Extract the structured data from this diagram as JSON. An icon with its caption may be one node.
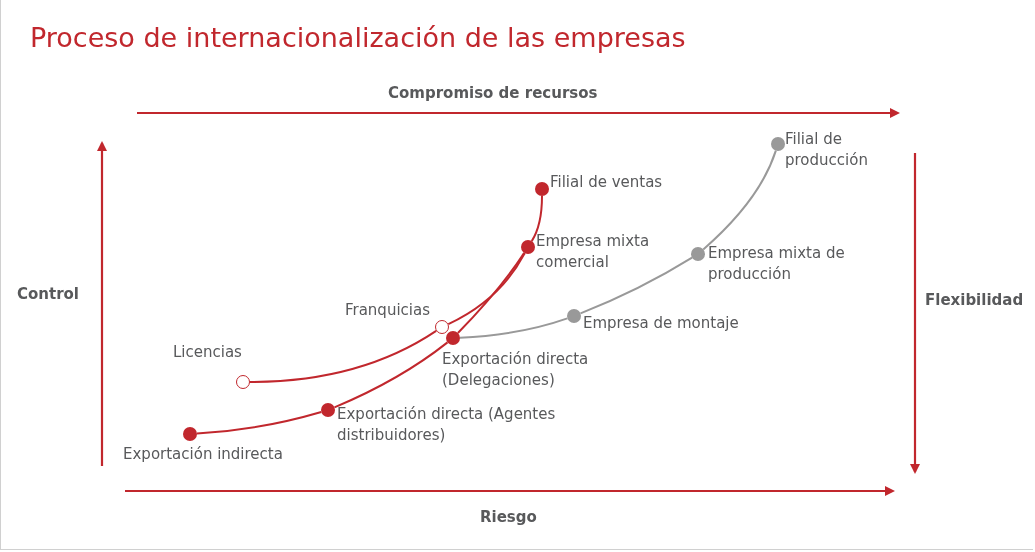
{
  "diagram": {
    "title": "Proceso de internacionalización de las empresas",
    "nodes": [
      {
        "text": [],
        "shape": "circle",
        "beside": [
          "Filial de producción"
        ]
      },
      {
        "text": [],
        "shape": "circle",
        "beside": [
          "Filial de ventas"
        ]
      },
      {
        "text": [],
        "shape": "circle",
        "beside": [
          "Empresa mixta comercial"
        ]
      },
      {
        "text": [],
        "shape": "circle",
        "beside": [
          "Empresa mixta de producción"
        ]
      },
      {
        "text": [],
        "shape": "circle",
        "beside": [
          "Empresa de montaje"
        ]
      },
      {
        "text": [],
        "shape": "ring",
        "beside": [
          "Franquicias"
        ]
      },
      {
        "text": [],
        "shape": "circle",
        "beside": [
          "Exportación directa (Delegaciones)"
        ]
      },
      {
        "text": [],
        "shape": "ring",
        "beside": [
          "Licencias"
        ]
      },
      {
        "text": [],
        "shape": "circle",
        "beside": [
          "Exportación directa (Agentes distribuidores)"
        ]
      },
      {
        "text": [],
        "shape": "circle",
        "beside": [
          "Exportación indirecta"
        ]
      }
    ],
    "edges": [
      {
        "from": 9,
        "to": 8,
        "arrow": "none"
      },
      {
        "from": 8,
        "to": 6,
        "arrow": "none"
      },
      {
        "from": 6,
        "to": 2,
        "arrow": "none"
      },
      {
        "from": 7,
        "to": 5,
        "arrow": "none"
      },
      {
        "from": 5,
        "to": 2,
        "arrow": "none"
      },
      {
        "from": 2,
        "to": 1,
        "arrow": "none"
      },
      {
        "from": 6,
        "to": 4,
        "arrow": "none",
        "color": "#999999"
      },
      {
        "from": 4,
        "to": 3,
        "arrow": "none",
        "color": "#999999"
      },
      {
        "from": 3,
        "to": 0,
        "arrow": "none",
        "color": "#999999"
      }
    ],
    "labels": [
      "Compromiso de recursos",
      "Control",
      "Flexibilidad",
      "Riesgo"
    ]
  }
}
